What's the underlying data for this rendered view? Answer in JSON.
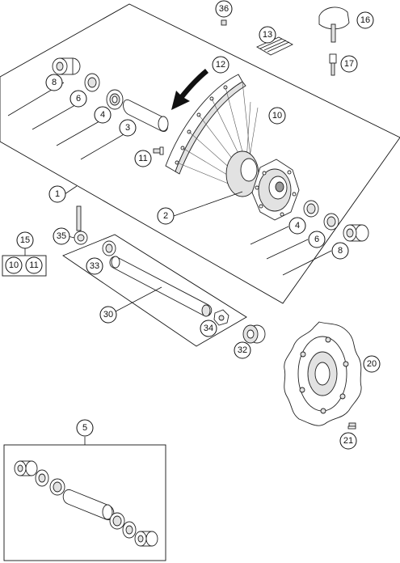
{
  "diagram": {
    "callouts": {
      "c1": "1",
      "c2": "2",
      "c3": "3",
      "c4a": "4",
      "c4b": "4",
      "c5": "5",
      "c6a": "6",
      "c6b": "6",
      "c8a": "8",
      "c8b": "8",
      "c10a": "10",
      "c10b": "10",
      "c11a": "11",
      "c11b": "11",
      "c12": "12",
      "c13": "13",
      "c15": "15",
      "c16": "16",
      "c17": "17",
      "c20": "20",
      "c21": "21",
      "c30": "30",
      "c32": "32",
      "c33": "33",
      "c34": "34",
      "c35": "35",
      "c36": "36"
    }
  }
}
